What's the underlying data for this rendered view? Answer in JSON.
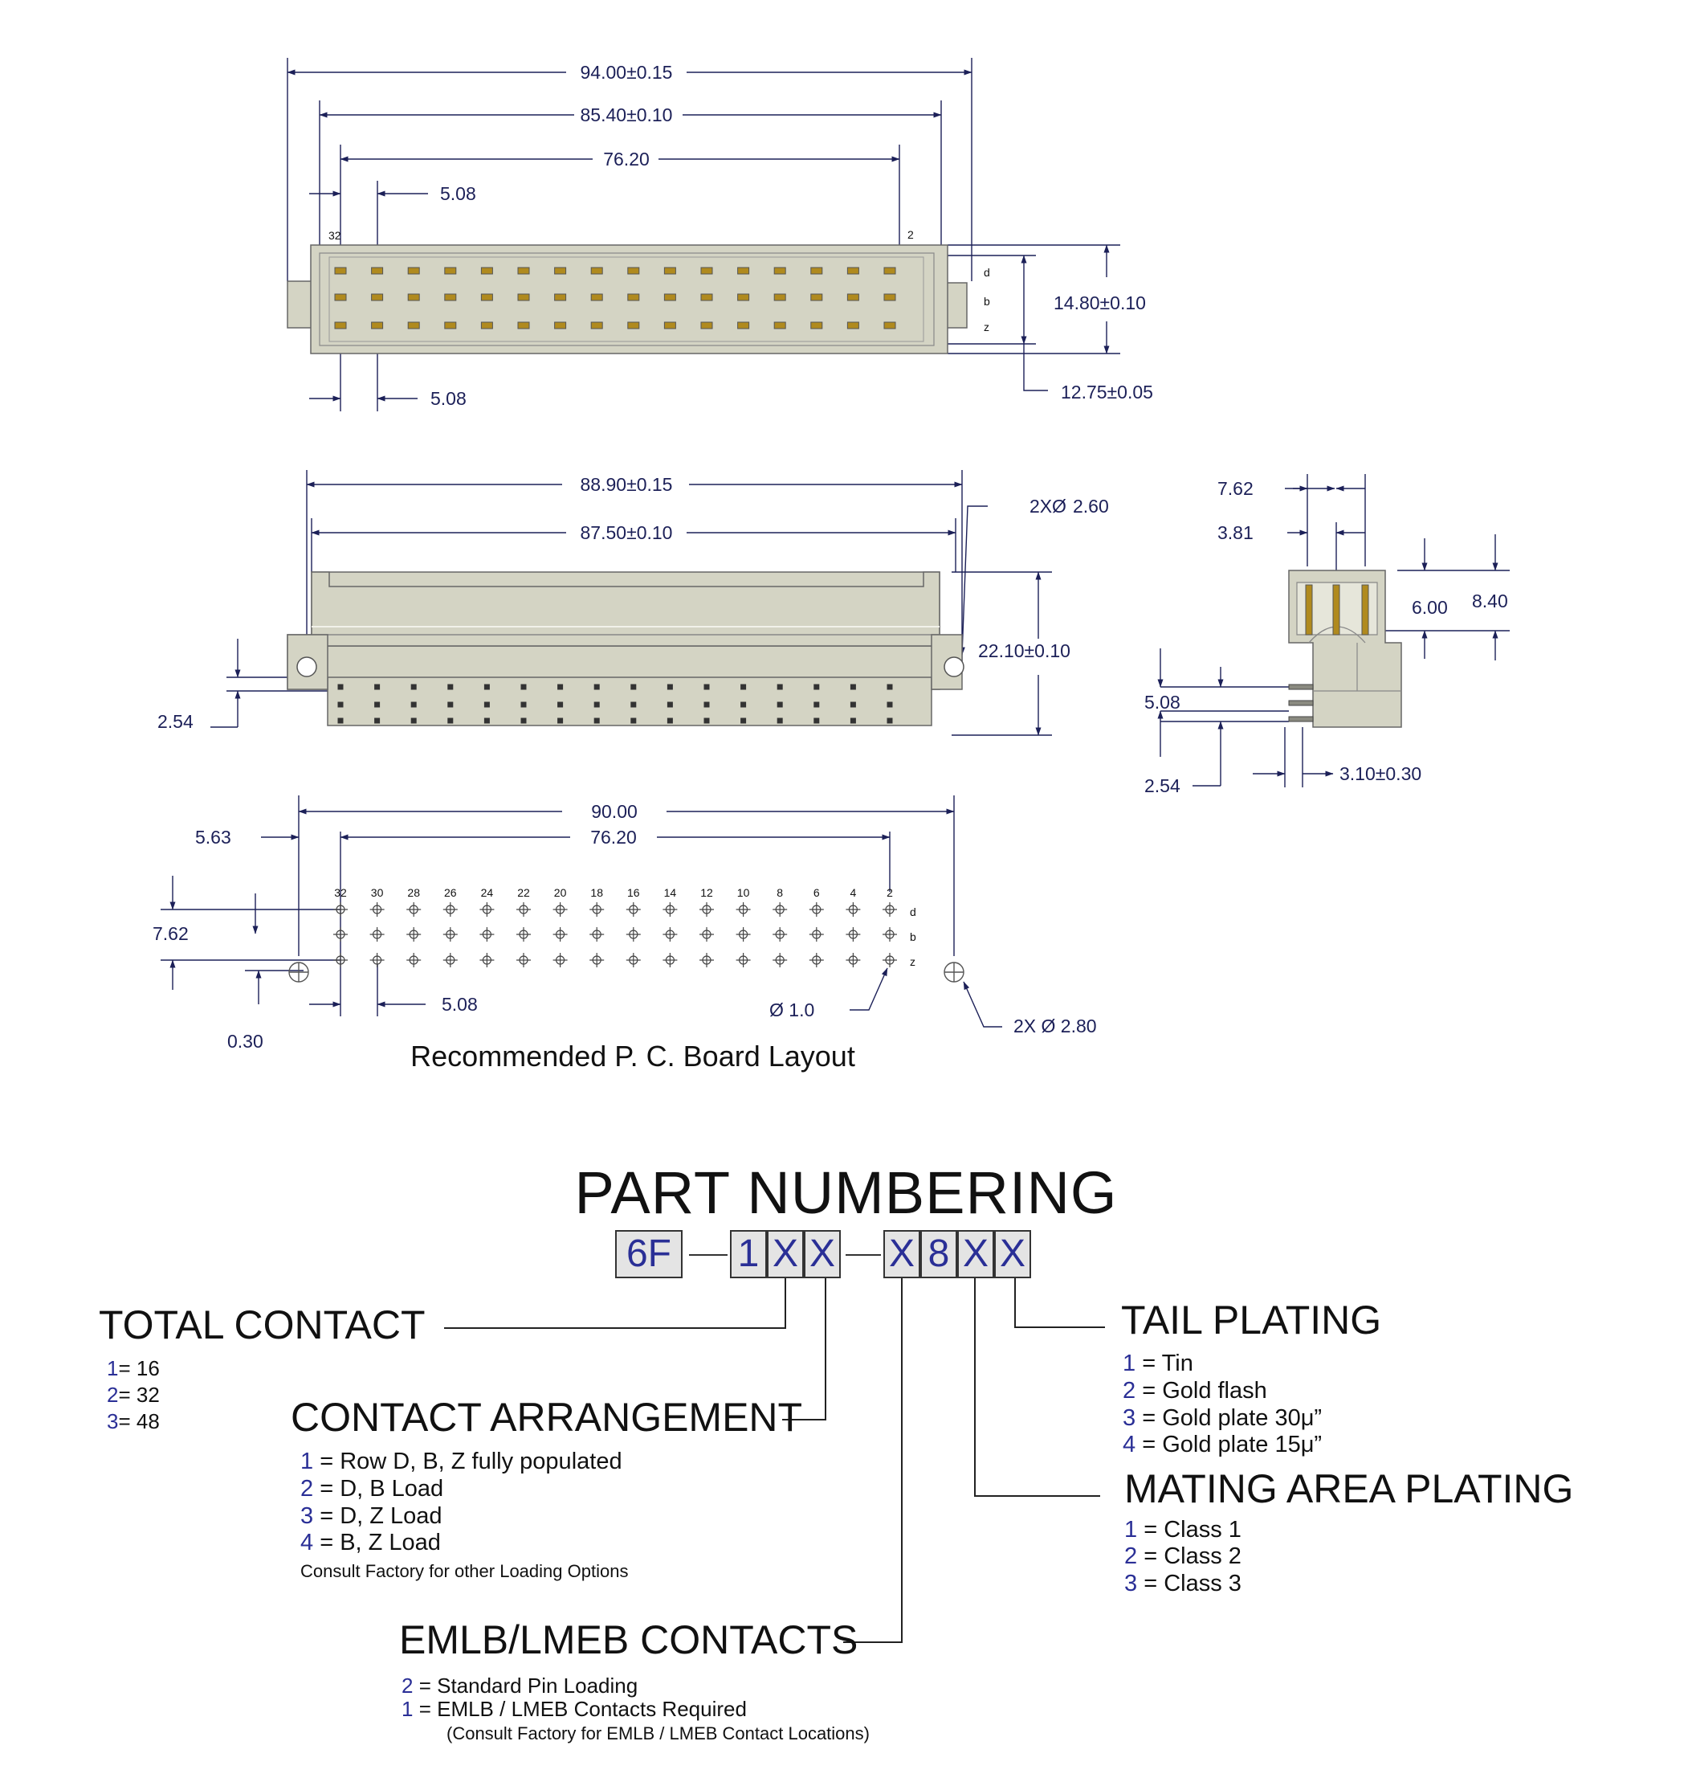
{
  "colors": {
    "dimension_text": "#1c2058",
    "code_blue": "#2a2f96",
    "housing": "#d4d4c4",
    "housing_dark": "#aeae9e",
    "gold_pin": "#b08a1e"
  },
  "top_view": {
    "dims": [
      "94.00±0.15",
      "85.40±0.10",
      "76.20",
      "5.08",
      "5.08",
      "14.80±0.10",
      "12.75±0.05"
    ],
    "pin_labels": [
      "32",
      "2"
    ],
    "row_labels": [
      "d",
      "b",
      "z"
    ]
  },
  "front_view": {
    "dims": [
      "88.90±0.15",
      "87.50±0.10",
      "2X",
      "2.60",
      "22.10±0.10",
      "2.54"
    ],
    "diameter_symbol": "Ø"
  },
  "side_view": {
    "dims": [
      "7.62",
      "3.81",
      "6.00",
      "8.40",
      "5.08",
      "2.54",
      "3.10±0.30"
    ]
  },
  "pcb_layout": {
    "dims": [
      "90.00",
      "5.63",
      "76.20",
      "7.62",
      "5.08",
      "0.30",
      "Ø 1.0",
      "2X Ø 2.80"
    ],
    "column_numbers": [
      "32",
      "30",
      "28",
      "26",
      "24",
      "22",
      "20",
      "18",
      "16",
      "14",
      "12",
      "10",
      "8",
      "6",
      "4",
      "2"
    ],
    "row_labels": [
      "d",
      "b",
      "z"
    ],
    "caption": "Recommended P. C. Board Layout"
  },
  "part_numbering": {
    "title": "PART NUMBERING",
    "boxes": [
      "6F",
      "1",
      "X",
      "X",
      "X",
      "8",
      "X",
      "X"
    ],
    "total_contact": {
      "heading": "TOTAL CONTACT",
      "options": [
        {
          "code": "1",
          "text": "= 16"
        },
        {
          "code": "2",
          "text": "= 32"
        },
        {
          "code": "3",
          "text": "= 48"
        }
      ]
    },
    "contact_arrangement": {
      "heading": "CONTACT ARRANGEMENT",
      "options": [
        {
          "code": "1",
          "text": " = Row D, B, Z fully populated"
        },
        {
          "code": "2",
          "text": " = D, B Load"
        },
        {
          "code": "3",
          "text": " = D, Z Load"
        },
        {
          "code": "4",
          "text": " = B, Z Load"
        }
      ],
      "note": "Consult Factory for other Loading Options"
    },
    "emlb": {
      "heading": "EMLB/LMEB CONTACTS",
      "options": [
        {
          "code": "2",
          "text": " =   Standard Pin Loading"
        },
        {
          "code": "1",
          "text": " =   EMLB / LMEB Contacts Required"
        }
      ],
      "note": "(Consult Factory for EMLB / LMEB Contact Locations)"
    },
    "tail_plating": {
      "heading": "TAIL PLATING",
      "options": [
        {
          "code": "1",
          "text": " = Tin"
        },
        {
          "code": "2",
          "text": " = Gold flash"
        },
        {
          "code": "3",
          "text": " = Gold plate 30μ”"
        },
        {
          "code": "4",
          "text": " = Gold plate 15μ”"
        }
      ]
    },
    "mating_area": {
      "heading": "MATING AREA PLATING",
      "options": [
        {
          "code": "1",
          "text": " = Class 1"
        },
        {
          "code": "2",
          "text": " = Class 2"
        },
        {
          "code": "3",
          "text": " = Class 3"
        }
      ]
    }
  }
}
